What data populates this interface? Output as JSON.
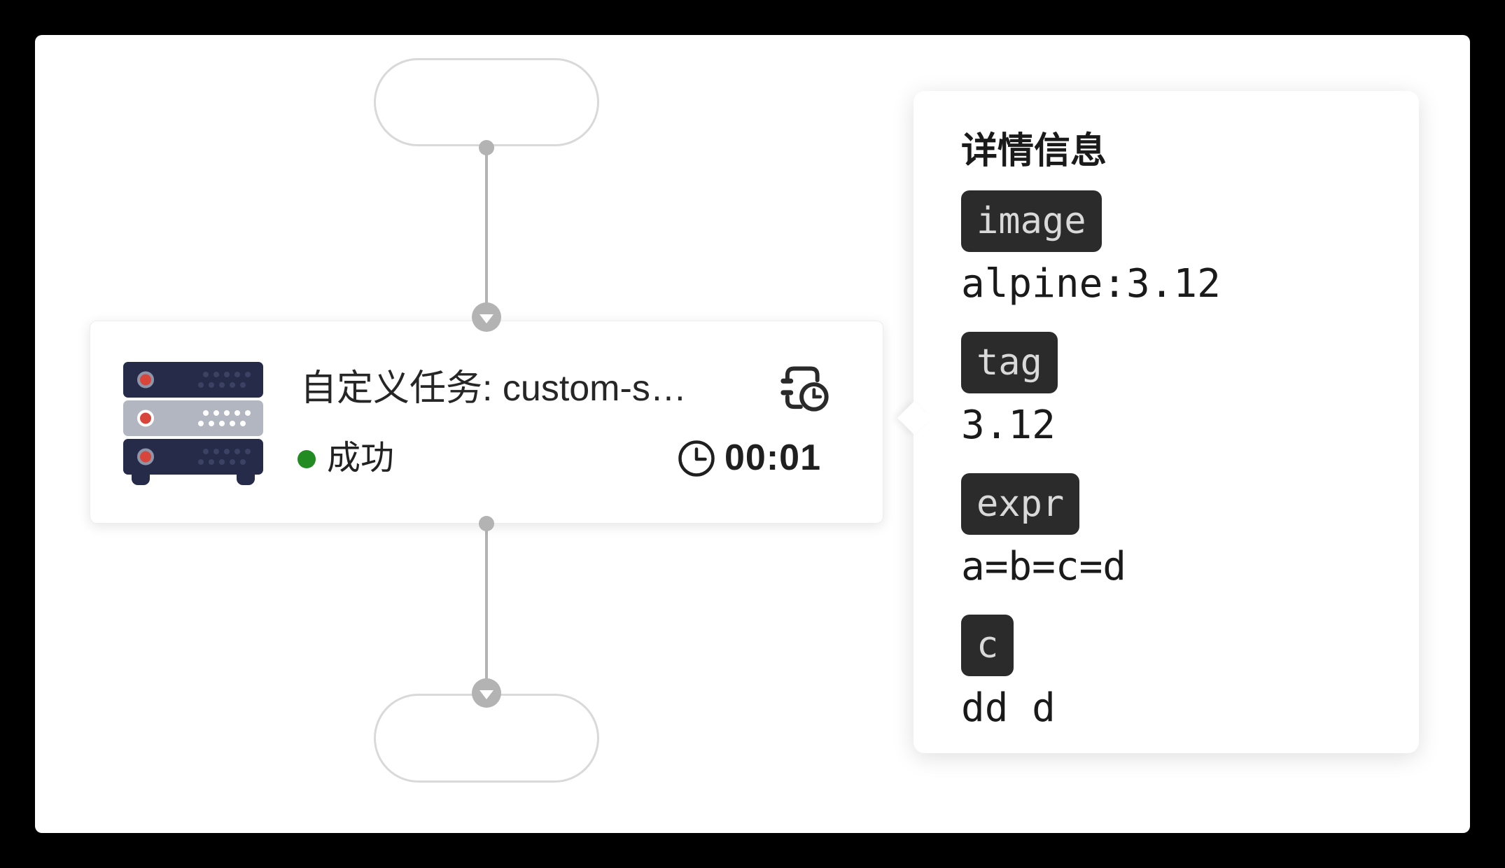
{
  "pipeline": {
    "task_card": {
      "title": "自定义任务: custom-s…",
      "status": "成功",
      "duration": "00:01"
    }
  },
  "detail_panel": {
    "title": "详情信息",
    "entries": [
      {
        "key": "image",
        "value": "alpine:3.12"
      },
      {
        "key": "tag",
        "value": "3.12"
      },
      {
        "key": "expr",
        "value": "a=b=c=d"
      },
      {
        "key": "c",
        "value": "dd d"
      }
    ]
  },
  "icons": {
    "task_icon": "server-icon",
    "title_action_icon": "log-history-icon",
    "duration_icon": "clock-icon",
    "connector_icon": "chevron-down-icon",
    "status_icon": "green-dot"
  },
  "colors": {
    "frame_background": "#000000",
    "canvas_background": "#ffffff",
    "badge_background": "#2b2b2b",
    "badge_text": "#d9d9d9",
    "status_green": "#228b22",
    "connector_gray": "#b3b3b3",
    "pill_border": "#d9d9d9",
    "text_dark": "#1f1f1f",
    "server_navy": "#262b49",
    "server_gray": "#b2b6c0",
    "server_red": "#d8453b"
  }
}
